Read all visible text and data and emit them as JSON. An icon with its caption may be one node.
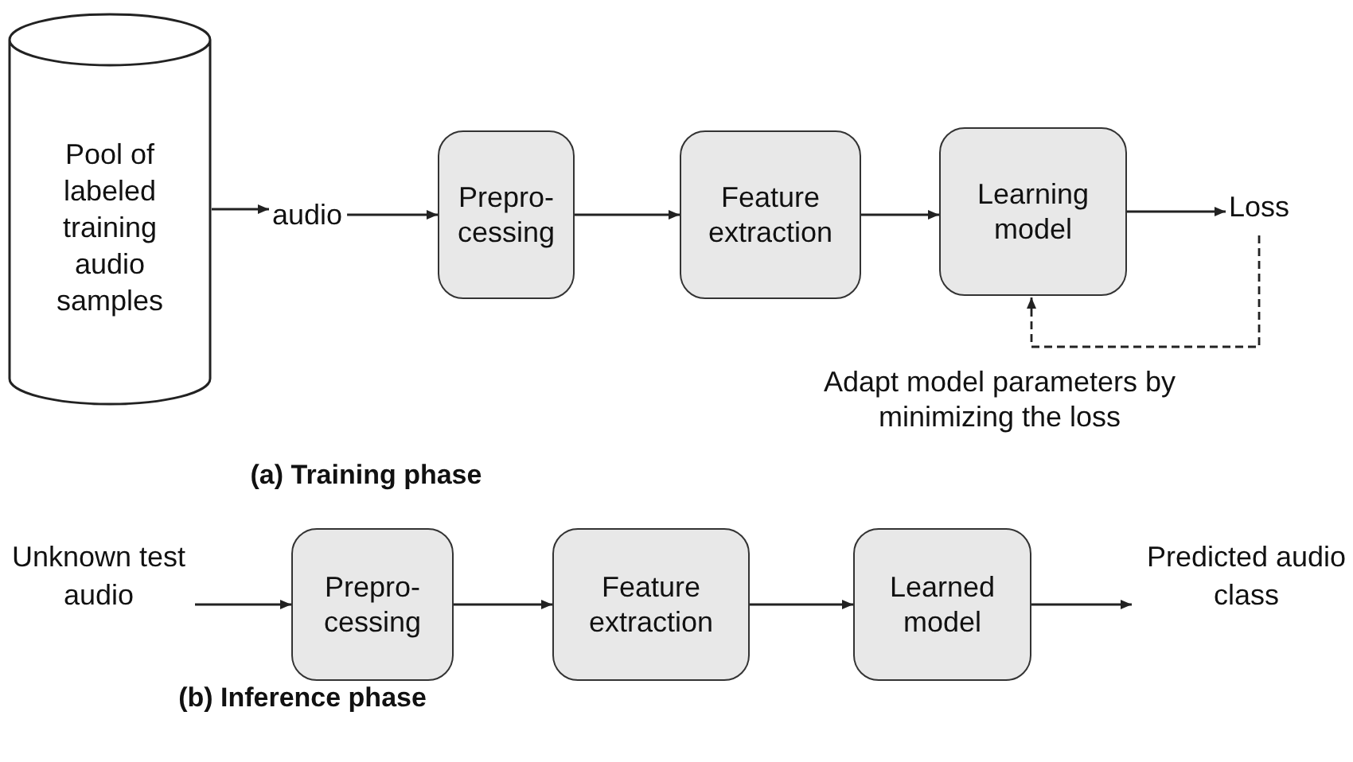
{
  "diagram": {
    "nodes": [
      {
        "text": [
          "Pool of labeled training audio samples"
        ]
      },
      {
        "text": [
          "audio"
        ]
      },
      {
        "text": [
          "Prepro-cessing"
        ]
      },
      {
        "text": [
          "Feature extraction"
        ]
      },
      {
        "text": [
          "Learning model"
        ]
      },
      {
        "text": [
          "Loss"
        ]
      },
      {
        "text": [
          "Unknown test audio"
        ]
      },
      {
        "text": [
          "Prepro-cessing"
        ]
      },
      {
        "text": [
          "Feature extraction"
        ]
      },
      {
        "text": [
          "Learned model"
        ]
      },
      {
        "text": [
          "Predicted audio class"
        ]
      }
    ],
    "edges": [
      {
        "from": 0,
        "to": 1,
        "arrow": "to"
      },
      {
        "from": 1,
        "to": 2,
        "arrow": "to"
      },
      {
        "from": 2,
        "to": 3,
        "arrow": "to"
      },
      {
        "from": 3,
        "to": 4,
        "arrow": "to"
      },
      {
        "from": 4,
        "to": 5,
        "arrow": "to"
      },
      {
        "from": 5,
        "to": 4,
        "arrow": "to",
        "style": "dashed"
      },
      {
        "from": 6,
        "to": 7,
        "arrow": "to"
      },
      {
        "from": 7,
        "to": 8,
        "arrow": "to"
      },
      {
        "from": 8,
        "to": 9,
        "arrow": "to"
      },
      {
        "from": 9,
        "to": 10,
        "arrow": "to"
      }
    ],
    "labels": [
      "Adapt model parameters by minimizing the loss",
      "(a) Training phase",
      "(b) Inference phase"
    ]
  }
}
